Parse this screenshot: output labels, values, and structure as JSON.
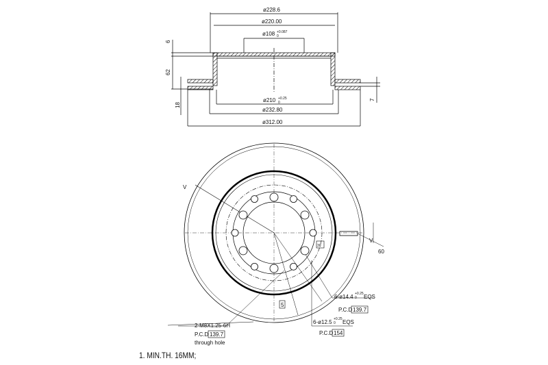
{
  "side_view": {
    "dims": {
      "d228": "ø228.6",
      "d220": "ø220.00",
      "d108": "ø108",
      "d108_tol_upper": "+0.087",
      "d108_tol_lower": "0",
      "d210": "ø210",
      "d210_tol_upper": "+0.25",
      "d210_tol_lower": "0",
      "d232": "ø232.80",
      "d312": "ø312.00",
      "h6": "6",
      "h62": "62",
      "h18": "18",
      "h7": "7"
    }
  },
  "front_view": {
    "section_v1": "V",
    "section_v2": "V",
    "angle_60": "60",
    "angle_30": "30",
    "offset_5": "5",
    "holes_a": {
      "label": "6-ø14.4",
      "tol_upper": "+0.25",
      "tol_lower": "0",
      "suffix": "EQS",
      "pcd_label": "P.C.D",
      "pcd": "139.7"
    },
    "holes_b": {
      "label": "6-ø12.5",
      "tol_upper": "+0.25",
      "tol_lower": "0",
      "suffix": "EQS",
      "pcd_label": "P.C.D",
      "pcd": "154"
    },
    "thread": {
      "label": "2-M8X1.25-6H",
      "pcd_label": "P.C.D",
      "pcd": "139.7",
      "note": "through hole"
    }
  },
  "note": "1. MIN.TH. 16MM;"
}
